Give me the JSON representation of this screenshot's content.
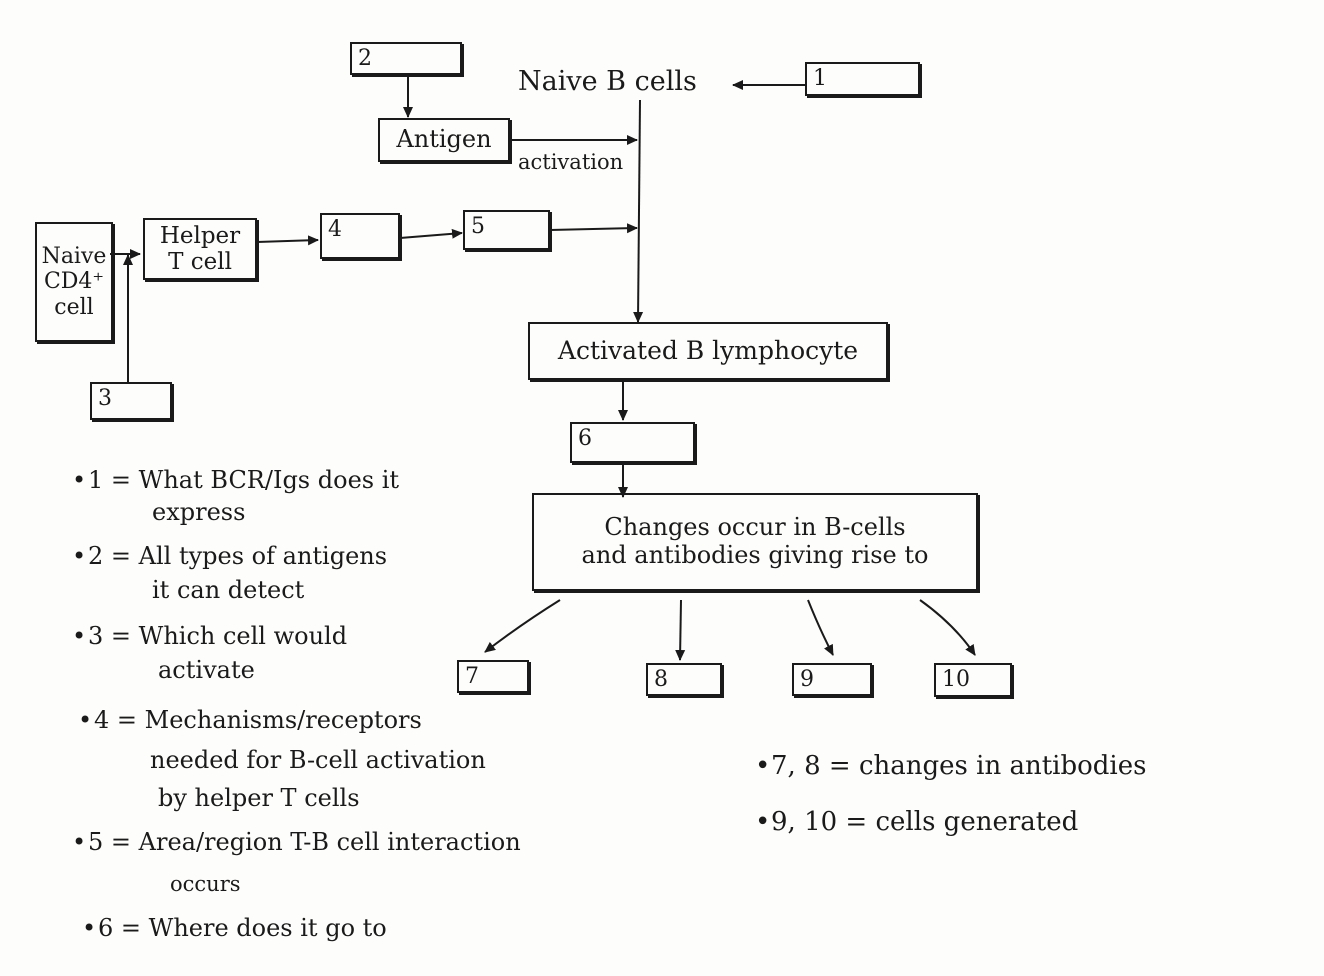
{
  "diagram": {
    "boxes": {
      "box1": "1",
      "box2": "2",
      "box3": "3",
      "box4": "4",
      "box5": "5",
      "box6": "6",
      "box7": "7",
      "box8": "8",
      "box9": "9",
      "box10": "10",
      "antigen": "Antigen",
      "naive_cd4": [
        "Naive",
        "CD4⁺",
        "cell"
      ],
      "helper_t": [
        "Helper",
        "T cell"
      ],
      "activated_b": "Activated B lymphocyte",
      "changes": [
        "Changes occur in B-cells",
        "and antibodies giving rise to"
      ]
    },
    "labels": {
      "naive_b_cells": "Naive B cells",
      "activation": "activation"
    }
  },
  "legend": {
    "left": [
      {
        "key": "1 =",
        "lines": [
          "What BCR/Igs does it",
          "express"
        ]
      },
      {
        "key": "2 =",
        "lines": [
          "All types of antigens",
          "it can detect"
        ]
      },
      {
        "key": "3 =",
        "lines": [
          "Which cell would",
          "activate"
        ]
      },
      {
        "key": "4 =",
        "lines": [
          "Mechanisms/receptors",
          "needed for B-cell activation",
          "by helper T cells"
        ]
      },
      {
        "key": "5 =",
        "lines": [
          "Area/region T-B cell interaction",
          "occurs"
        ]
      },
      {
        "key": "6 =",
        "lines": [
          "Where does it go to"
        ]
      }
    ],
    "right": [
      {
        "key": "7, 8 =",
        "lines": [
          "changes in antibodies"
        ]
      },
      {
        "key": "9, 10 =",
        "lines": [
          "cells generated"
        ]
      }
    ]
  }
}
